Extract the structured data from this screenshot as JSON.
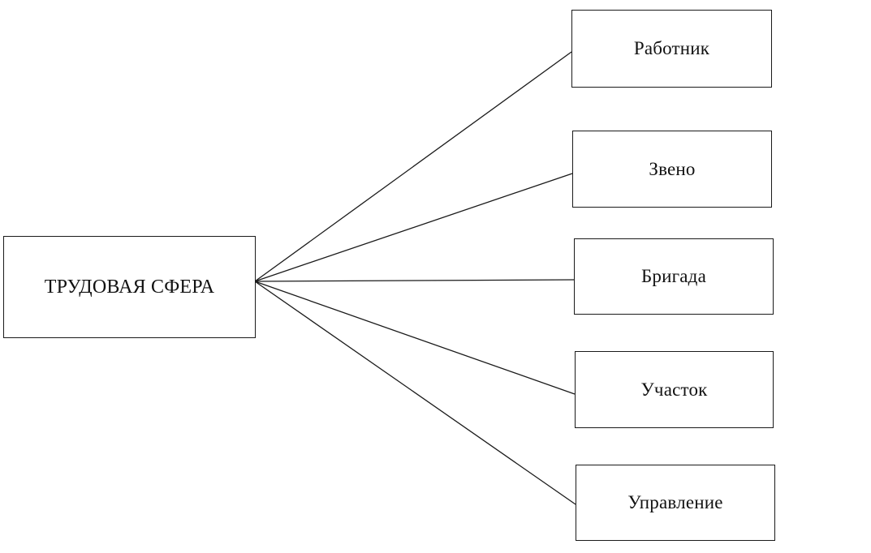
{
  "diagram": {
    "root": {
      "label": "ТРУДОВАЯ СФЕРА"
    },
    "children": [
      {
        "label": "Работник"
      },
      {
        "label": "Звено"
      },
      {
        "label": "Бригада"
      },
      {
        "label": "Участок"
      },
      {
        "label": "Управление"
      }
    ],
    "edges": [
      {
        "from": "ТРУДОВАЯ СФЕРА",
        "to": "Работник"
      },
      {
        "from": "ТРУДОВАЯ СФЕРА",
        "to": "Звено"
      },
      {
        "from": "ТРУДОВАЯ СФЕРА",
        "to": "Бригада"
      },
      {
        "from": "ТРУДОВАЯ СФЕРА",
        "to": "Участок"
      },
      {
        "from": "ТРУДОВАЯ СФЕРА",
        "to": "Управление"
      }
    ],
    "colors": {
      "line": "#1a1a1a",
      "background": "#ffffff"
    }
  }
}
